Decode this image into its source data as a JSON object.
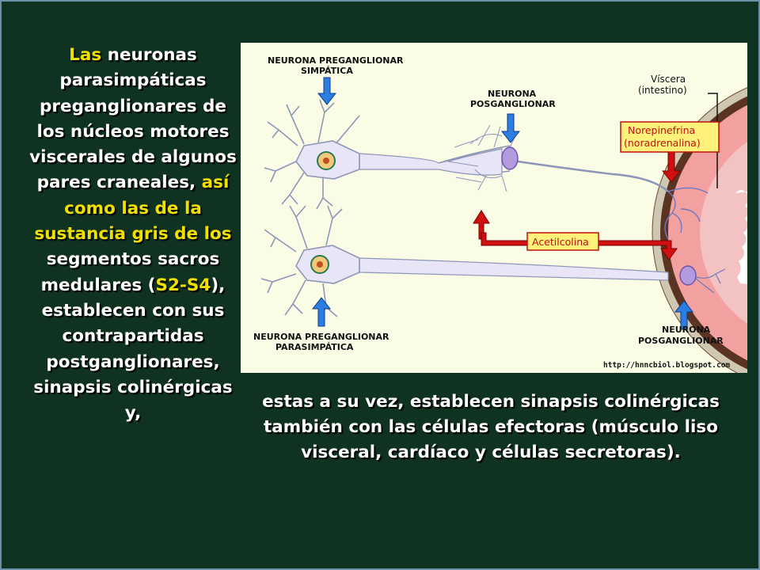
{
  "left_text": {
    "p1": "Las",
    "p2": " neuronas parasimpáticas preganglionares de los núcleos motores viscerales de algunos pares craneales,",
    "p3": " así como las de la sustancia gris de los",
    "p4": " segmentos sacros medulares (",
    "p5": "S2-S4",
    "p6": "), establecen con sus contrapartidas postganglionares, sinapsis colinérgicas y,"
  },
  "bottom_text": "estas a su vez, establecen sinapsis colinérgicas también con las células efectoras (músculo liso visceral, cardíaco y células secretoras).",
  "figure": {
    "label_pre_symp_1": "NEURONA PREGANGLIONAR",
    "label_pre_symp_2": "SIMPÁTICA",
    "label_post_symp_1": "NEURONA",
    "label_post_symp_2": "POSGANGLIONAR",
    "label_viscera_1": "Víscera",
    "label_viscera_2": "(intestino)",
    "label_nor_1": "Norepinefrina",
    "label_nor_2": "(noradrenalina)",
    "label_ach": "Acetilcolina",
    "label_pre_para_1": "NEURONA PREGANGLIONAR",
    "label_pre_para_2": "PARASIMPÁTICA",
    "label_post_para_1": "NEURONA",
    "label_post_para_2": "POSGANGLIONAR",
    "url": "http://hnncbiol.blogspot.com"
  },
  "colors": {
    "background": "#0f3320",
    "highlight": "#f0e000",
    "figure_bg": "#fbfce6",
    "arrow_blue": "#2b7de0",
    "arrow_red": "#d01010",
    "label_box": "#fff27a"
  }
}
